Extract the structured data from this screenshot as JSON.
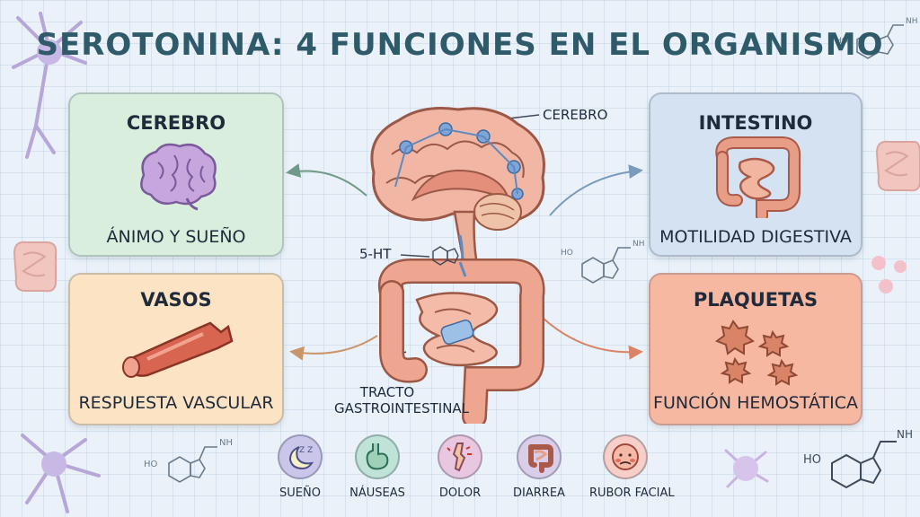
{
  "title": "SEROTONINA: 4 FUNCIONES EN EL ORGANISMO",
  "center": {
    "label_brain": "CEREBRO",
    "label_5ht": "5-HT",
    "label_tract_1": "TRACTO",
    "label_tract_2": "GASTROINTESTINAL"
  },
  "cards": {
    "brain": {
      "title": "CEREBRO",
      "text": "ÁNIMO Y SUEÑO"
    },
    "vessels": {
      "title": "VASOS",
      "text": "RESPUESTA VASCULAR"
    },
    "gut": {
      "title": "INTESTINO",
      "text": "MOTILIDAD DIGESTIVA"
    },
    "platelets": {
      "title": "PLAQUETAS",
      "text": "FUNCIÓN HEMOSTÁTICA"
    }
  },
  "symptoms": [
    {
      "label": "SUEÑO",
      "icon": "moon-icon",
      "color": "#c9c6ea"
    },
    {
      "label": "NÁUSEAS",
      "icon": "stomach-icon",
      "color": "#bfe3d6"
    },
    {
      "label": "DOLOR",
      "icon": "pain-icon",
      "color": "#e9c7e0"
    },
    {
      "label": "DIARREA",
      "icon": "intestine-icon",
      "color": "#d9cdea"
    },
    {
      "label": "RUBOR FACIAL",
      "icon": "face-icon",
      "color": "#f7cfc8"
    }
  ],
  "molecule_labels": {
    "ho": "HO",
    "nh": "NH",
    "n_h": "N",
    "h": "H"
  },
  "zzz": "Z Z"
}
